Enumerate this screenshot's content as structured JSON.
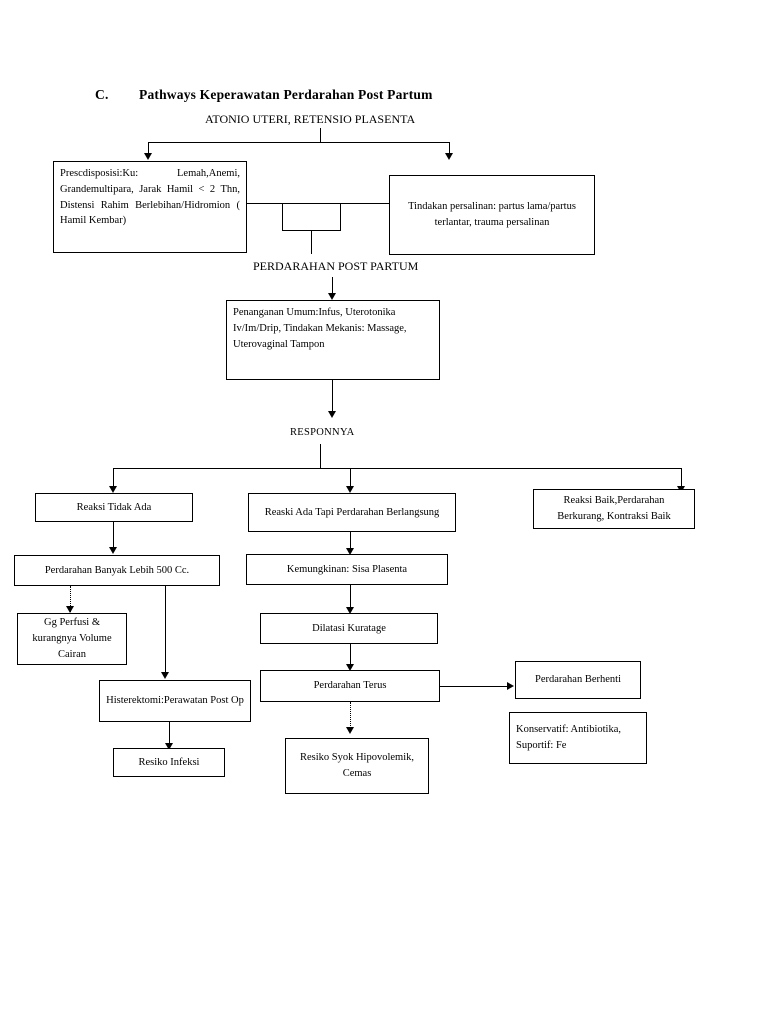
{
  "document": {
    "heading": {
      "section": "C.",
      "text": "Pathways Keperawatan Perdarahan Post Partum"
    },
    "labels": {
      "top": "ATONIO UTERI, RETENSIO PLASENTA",
      "mid": "PERDARAHAN POST PARTUM",
      "response": "RESPONNYA"
    },
    "nodes": {
      "predisposisi": "Prescdisposisi:Ku:   Lemah,Anemi, Grandemultipara, Jarak Hamil < 2 Thn,          Distensi        Rahim Berlebihan/Hidromion        ( Hamil Kembar)",
      "tindakan_persalinan": "Tindakan persalinan: partus lama/partus terlantar, trauma persalinan",
      "penanganan_umum": "Penanganan Umum:Infus, Uterotonika Iv/Im/Drip, Tindakan Mekanis: Massage, Uterovaginal Tampon",
      "reaksi_tidak_ada": "Reaksi Tidak Ada",
      "reaksi_ada_tapi": "Reaski Ada Tapi Perdarahan Berlangsung",
      "reaksi_baik": "Reaksi Baik,Perdarahan Berkurang, Kontraksi Baik",
      "perdarahan_banyak": "Perdarahan Banyak Lebih 500 Cc.",
      "kemungkinan_sisa": "Kemungkinan: Sisa Plasenta",
      "gg_perfusi": "Gg Perfusi & kurangnya Volume Cairan",
      "dilatasi_kuratage": "Dilatasi Kuratage",
      "histerektomi": "Histerektomi:Perawatan Post Op",
      "perdarahan_terus": "Perdarahan Terus",
      "perdarahan_berhenti": "Perdarahan Berhenti",
      "resiko_infeksi": "Resiko Infeksi",
      "resiko_syok": "Resiko Syok Hipovolemik, Cemas",
      "konservatif": "Konservatif: Antibiotika, Suportif: Fe"
    }
  }
}
